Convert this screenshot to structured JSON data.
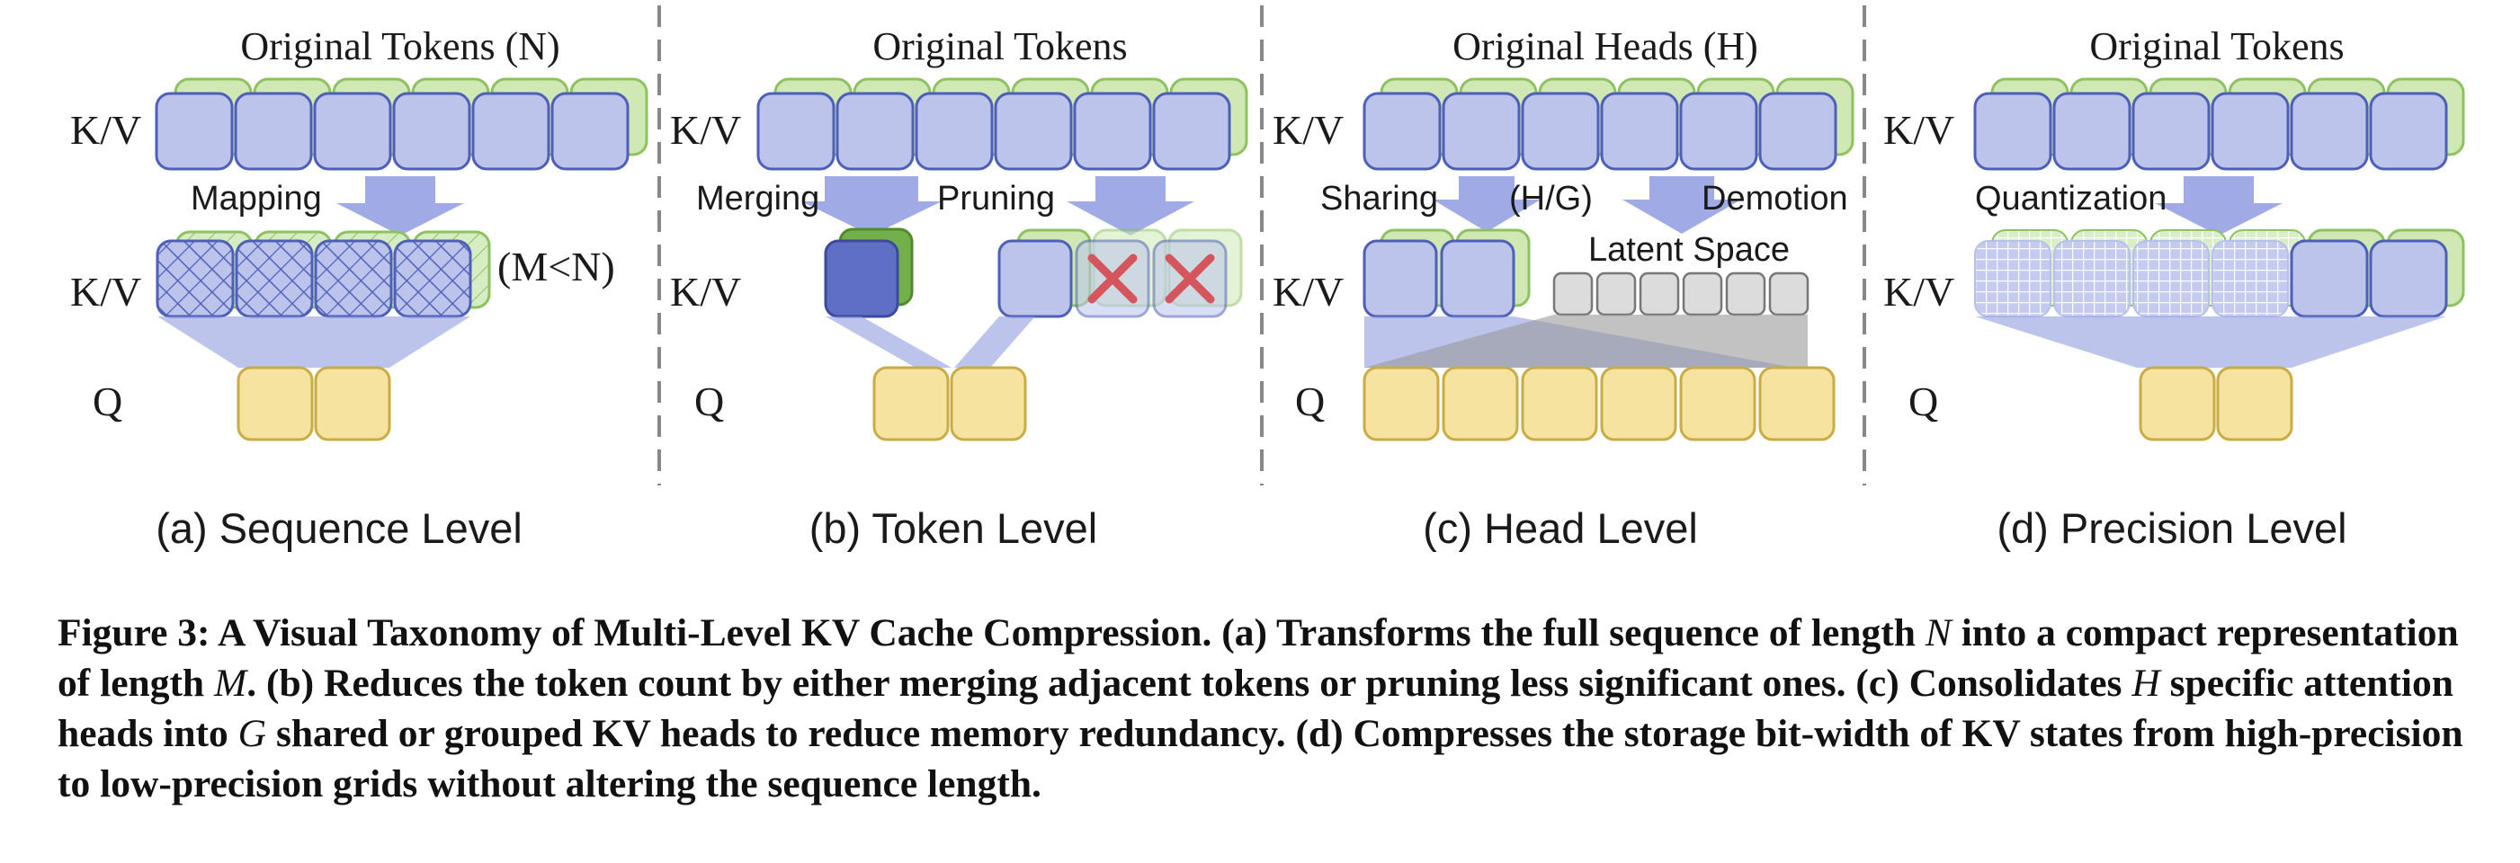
{
  "colors": {
    "kv_fill": "#bcc4ec",
    "kv_stroke": "#4d5fb8",
    "shadow_fill": "#cfe8b4",
    "shadow_stroke": "#8ec261",
    "q_fill": "#f6e3a0",
    "q_stroke": "#c9ac45",
    "arrow": "#8f9ce0",
    "latent_fill": "#dcdcdc",
    "latent_stroke": "#777777",
    "cross": "#d4555b",
    "merged_fill": "#5f6fc6",
    "merged_shadow": "#74b04a"
  },
  "panels": [
    {
      "id": "a",
      "title": "Original Tokens (N)",
      "level_label": "(a) Sequence Level",
      "row_labels": [
        "K/V",
        "K/V",
        "Q"
      ],
      "ops": [
        "Mapping"
      ],
      "extra": "(M<N)"
    },
    {
      "id": "b",
      "title": "Original Tokens",
      "level_label": "(b) Token Level",
      "row_labels": [
        "K/V",
        "K/V",
        "Q"
      ],
      "ops": [
        "Merging",
        "Pruning"
      ]
    },
    {
      "id": "c",
      "title": "Original Heads (H)",
      "level_label": "(c) Head Level",
      "row_labels": [
        "K/V",
        "K/V",
        "Q"
      ],
      "ops": [
        "Sharing",
        "(H/G)",
        "Demotion"
      ],
      "latent": "Latent Space"
    },
    {
      "id": "d",
      "title": "Original Tokens",
      "level_label": "(d) Precision Level",
      "row_labels": [
        "K/V",
        "K/V",
        "Q"
      ],
      "ops": [
        "Quantization"
      ]
    }
  ],
  "icons": [
    "cross-icon",
    "cross-icon"
  ],
  "caption": {
    "figure_label": "Figure 3:",
    "title": "A Visual Taxonomy of Multi-Level KV Cache Compression.",
    "s1a": "(a) Transforms the full sequence of length",
    "var_n": "N",
    "s1b": "into a compact representation of length",
    "var_m": "M",
    "s1c": ".",
    "s2": "(b) Reduces the token count by either merging adjacent tokens or pruning less significant ones.",
    "s3a": "(c) Consolidates",
    "var_h": "H",
    "s3b": "specific attention heads into",
    "var_g": "G",
    "s3c": "shared or grouped KV heads to reduce memory redundancy.",
    "s4": "(d) Compresses the storage bit-width of KV states from high-precision to low-precision grids without altering the sequence length."
  }
}
